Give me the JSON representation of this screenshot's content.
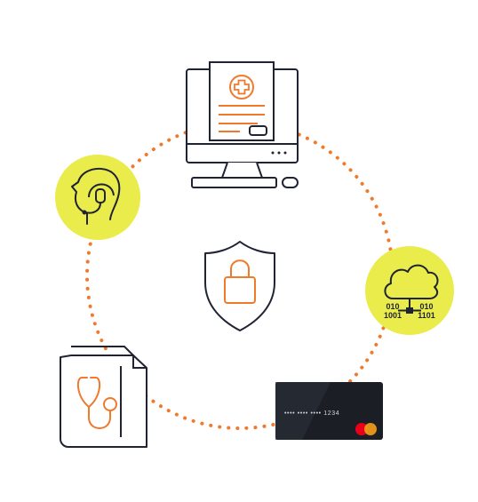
{
  "diagram": {
    "colors": {
      "outline": "#1f2333",
      "accent": "#f07a2c",
      "highlight": "#e9ec4a",
      "background": "#ffffff",
      "card_dark": "#1c1e26",
      "mastercard_red": "#eb001b",
      "mastercard_orange": "#f79e1b"
    },
    "nodes": [
      {
        "id": "medical-record-monitor",
        "icon": "monitor-medical-record-icon"
      },
      {
        "id": "support-agent",
        "icon": "headset-agent-icon"
      },
      {
        "id": "security",
        "icon": "shield-lock-icon"
      },
      {
        "id": "cloud-data",
        "icon": "cloud-binary-icon"
      },
      {
        "id": "medical-folder",
        "icon": "stethoscope-folder-icon"
      },
      {
        "id": "credit-card",
        "icon": "credit-card-icon",
        "card_number": "•••• •••• •••• 1234",
        "brand_icon": "mastercard-logo-icon"
      }
    ],
    "connector": "dotted-circle"
  }
}
